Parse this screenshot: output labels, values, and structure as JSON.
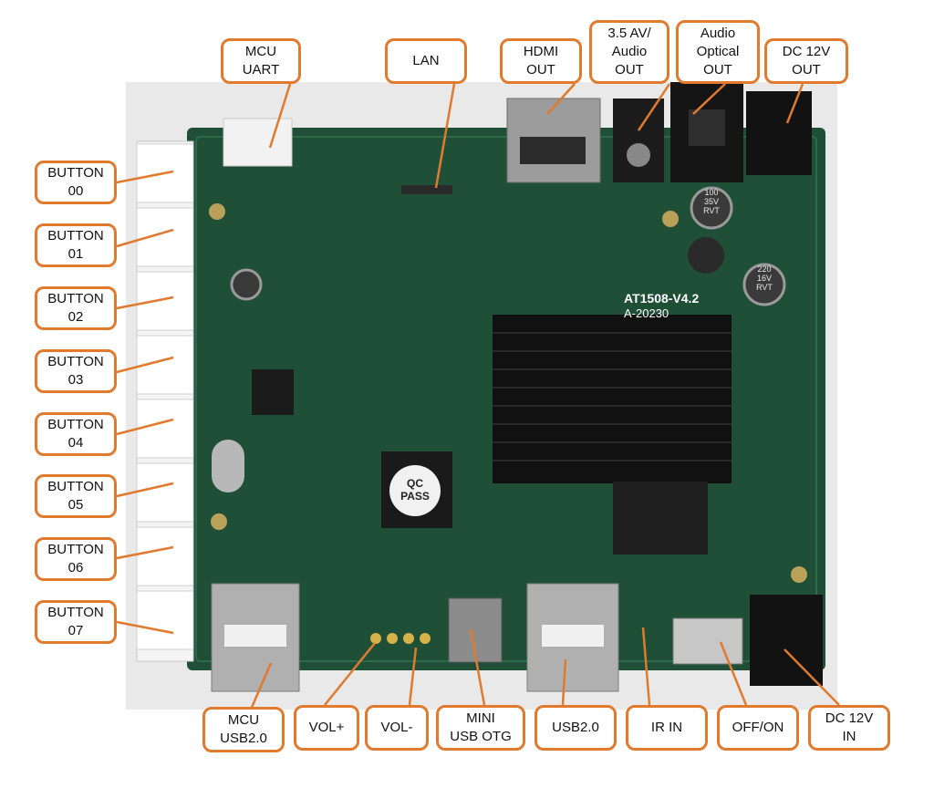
{
  "colors": {
    "accent": "#e07a2f",
    "pcb": "#1f4f37",
    "background": "#e9e9e9"
  },
  "board": {
    "model_label": "AT1508-V4.2",
    "rev_label": "A-20230",
    "qc_text": "QC\nPASS",
    "cap_labels": [
      "100\n35V\nRVT",
      "220\n16V\nRVT"
    ]
  },
  "labels": {
    "mcu_uart": "MCU\nUART",
    "lan": "LAN",
    "hdmi_out": "HDMI\nOUT",
    "av_audio_out": "3.5 AV/\nAudio\nOUT",
    "audio_optical_out": "Audio\nOptical\nOUT",
    "dc12v_out": "DC 12V\nOUT",
    "button_00": "BUTTON\n00",
    "button_01": "BUTTON\n01",
    "button_02": "BUTTON\n02",
    "button_03": "BUTTON\n03",
    "button_04": "BUTTON\n04",
    "button_05": "BUTTON\n05",
    "button_06": "BUTTON\n06",
    "button_07": "BUTTON\n07",
    "mcu_usb": "MCU\nUSB2.0",
    "vol_plus": "VOL+",
    "vol_minus": "VOL-",
    "mini_usb_otg": "MINI\nUSB OTG",
    "usb20": "USB2.0",
    "ir_in": "IR  IN",
    "off_on": "OFF/ON",
    "dc12v_in": "DC 12V\nIN"
  }
}
